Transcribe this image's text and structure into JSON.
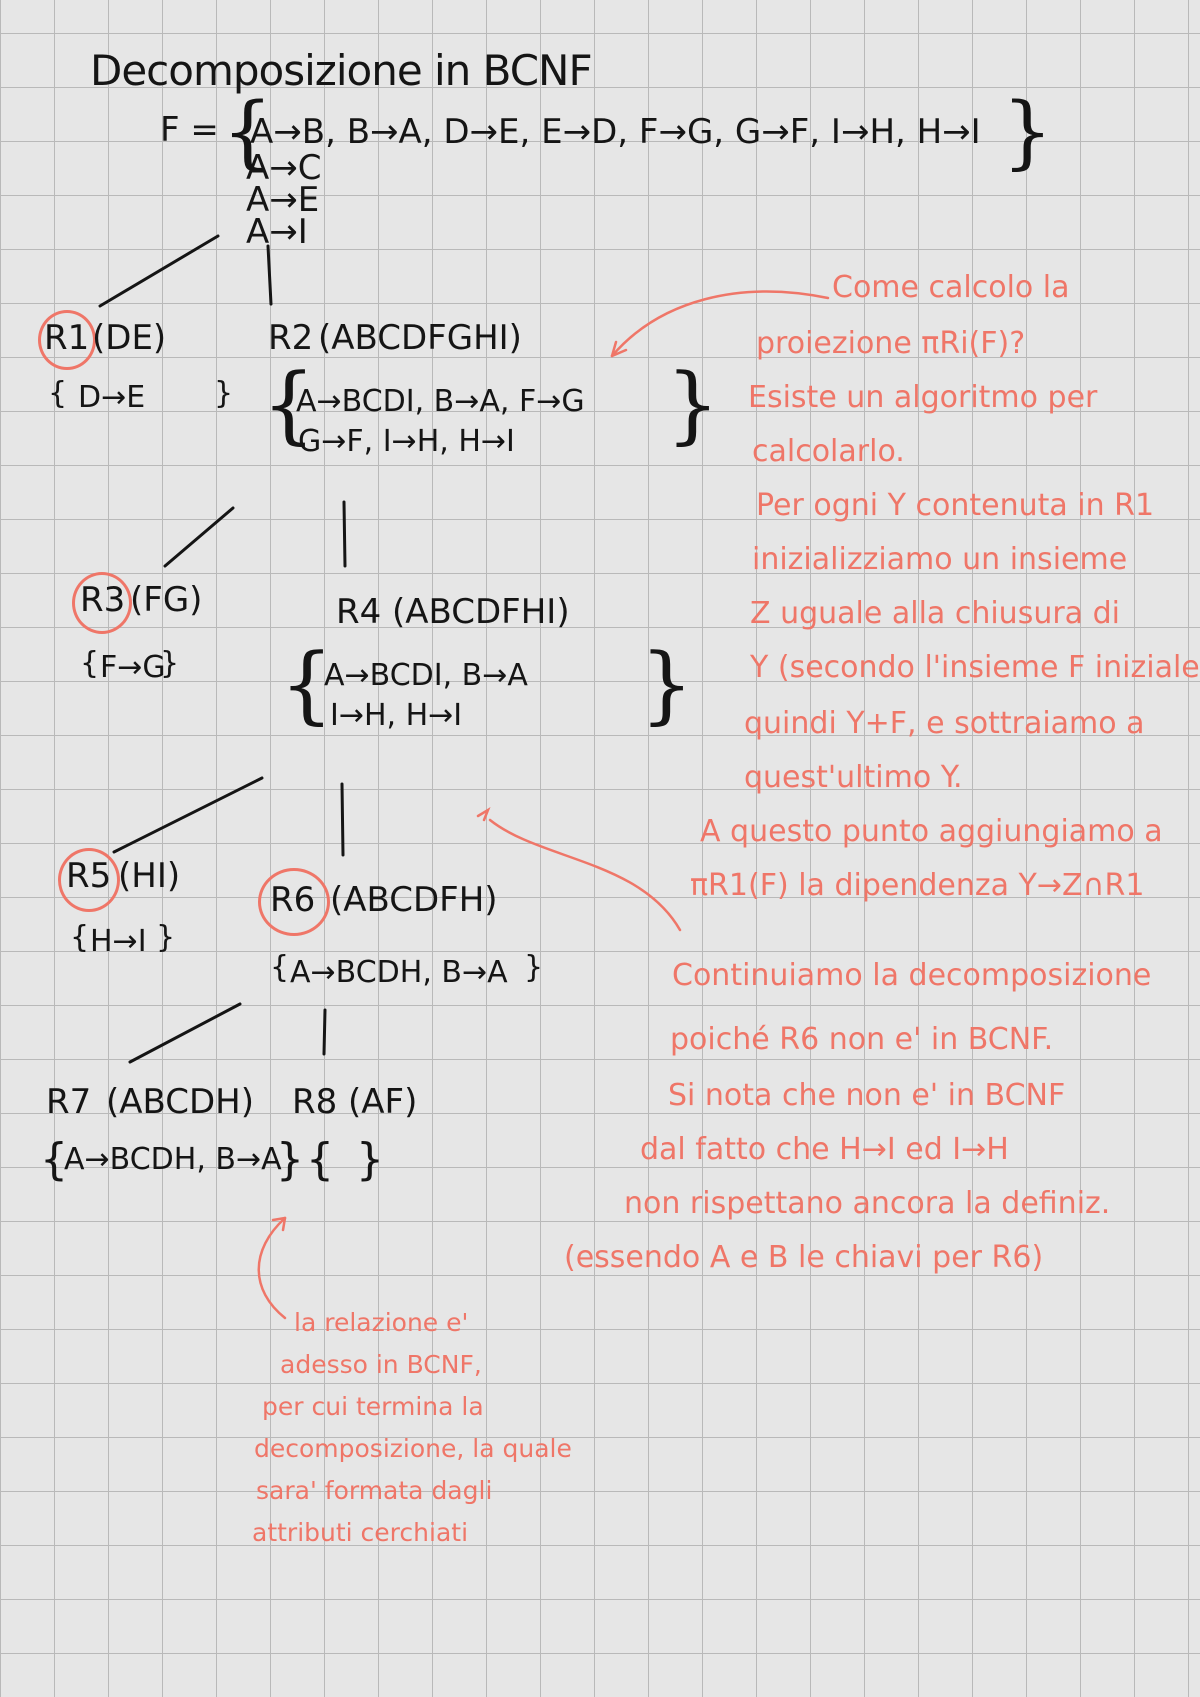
{
  "title": "Decomposizione in BCNF",
  "fd_set": {
    "lhs": "F = ",
    "main": "A→B, B→A, D→E, E→D, F→G, G→F, I→H, H→I",
    "extra": [
      "A→C",
      "A→E",
      "A→I"
    ]
  },
  "relations": {
    "r1": {
      "name": "R1",
      "attrs": "(DE)",
      "fds": "D→E"
    },
    "r2": {
      "name": "R2",
      "attrs": "(ABCDFGHI)",
      "fds_line1": "A→BCDI, B→A, F→G",
      "fds_line2": "G→F, I→H, H→I"
    },
    "r3": {
      "name": "R3",
      "attrs": "(FG)",
      "fds": "F→G"
    },
    "r4": {
      "name": "R4",
      "attrs": "(ABCDFHI)",
      "fds_line1": "A→BCDI, B→A",
      "fds_line2": "I→H, H→I"
    },
    "r5": {
      "name": "R5",
      "attrs": "(HI)",
      "fds": "H→I"
    },
    "r6": {
      "name": "R6",
      "attrs": "(ABCDFH)",
      "fds": "A→BCDH, B→A"
    },
    "r7": {
      "name": "R7",
      "attrs": "(ABCDH)",
      "fds": "A→BCDH, B→A"
    },
    "r8": {
      "name": "R8",
      "attrs": "(AF)",
      "fds": ""
    }
  },
  "notes": {
    "n1": [
      "Come calcolo la",
      "proiezione πRi(F)?",
      "Esiste un algoritmo per",
      "calcolarlo.",
      "Per ogni Y contenuta in R1",
      "inizializziamo un insieme",
      "Z uguale alla chiusura di",
      "Y (secondo l'insieme F iniziale)",
      "quindi Y+F, e sottraiamo a",
      "quest'ultimo Y.",
      "A questo punto aggiungiamo a",
      "πR1(F) la dipendenza Y→Z∩R1"
    ],
    "n2": [
      "Continuiamo la decomposizione",
      "poiché R6 non e' in BCNF.",
      "Si nota che non e' in BCNF",
      "dal fatto che H→I ed I→H",
      "non rispettano ancora la definiz.",
      "(essendo A e B le chiavi per R6)"
    ],
    "n3": [
      "la relazione e'",
      "adesso in BCNF,",
      "per cui termina la",
      "decomposizione, la quale",
      "sara' formata dagli",
      "attributi cerchiati"
    ]
  },
  "colors": {
    "ink": "#151515",
    "annotation": "#ef7668",
    "paper": "#e6e6e6",
    "grid": "#b9b9b9"
  }
}
